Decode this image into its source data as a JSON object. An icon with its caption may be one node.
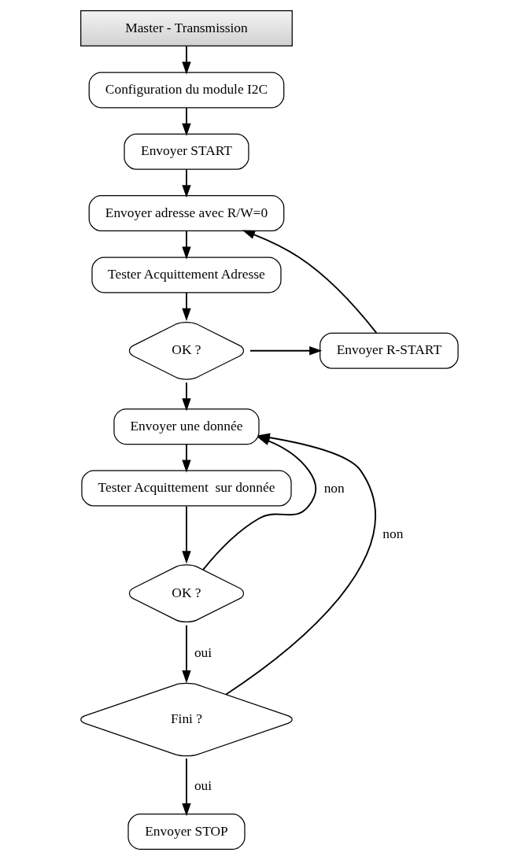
{
  "diagram": {
    "nodes": [
      {
        "text": [
          "Master - Transmission"
        ]
      },
      {
        "text": [
          "Configuration du module I2C"
        ]
      },
      {
        "text": [
          "Envoyer START"
        ]
      },
      {
        "text": [
          "Envoyer adresse avec R/W=0"
        ]
      },
      {
        "text": [
          "Tester Acquittement Adresse"
        ]
      },
      {
        "text": [
          "OK ?"
        ]
      },
      {
        "text": [
          "Envoyer R-START"
        ]
      },
      {
        "text": [
          "Envoyer une donnée"
        ]
      },
      {
        "text": [
          "Tester Acquittement  sur donnée"
        ]
      },
      {
        "text": [
          "OK ?"
        ]
      },
      {
        "text": [
          "Fini ?"
        ]
      },
      {
        "text": [
          "Envoyer STOP"
        ]
      }
    ],
    "edges": [
      {
        "from": 0,
        "to": 1,
        "arrow": "to"
      },
      {
        "from": 1,
        "to": 2,
        "arrow": "to"
      },
      {
        "from": 2,
        "to": 3,
        "arrow": "to"
      },
      {
        "from": 3,
        "to": 4,
        "arrow": "to"
      },
      {
        "from": 4,
        "to": 5,
        "arrow": "to"
      },
      {
        "from": 5,
        "to": 6,
        "arrow": "to"
      },
      {
        "from": 6,
        "to": 3,
        "arrow": "to"
      },
      {
        "from": 5,
        "to": 7,
        "arrow": "to"
      },
      {
        "from": 7,
        "to": 8,
        "arrow": "to"
      },
      {
        "from": 8,
        "to": 9,
        "arrow": "to"
      },
      {
        "from": 9,
        "to": 7,
        "arrow": "to",
        "label": "non"
      },
      {
        "from": 9,
        "to": 10,
        "arrow": "to",
        "label": "oui"
      },
      {
        "from": 10,
        "to": 7,
        "arrow": "to",
        "label": "non"
      },
      {
        "from": 10,
        "to": 11,
        "arrow": "to",
        "label": "oui"
      }
    ]
  }
}
